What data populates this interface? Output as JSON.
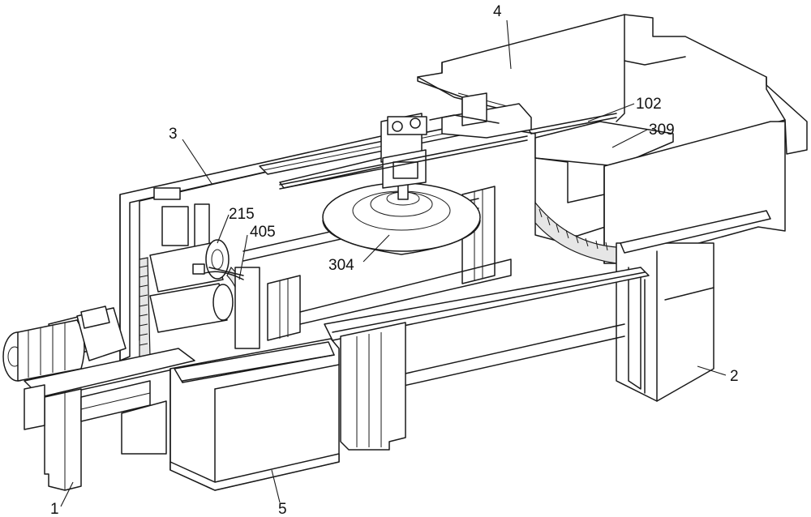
{
  "labels": [
    {
      "id": "part-1",
      "text": "1"
    },
    {
      "id": "part-2",
      "text": "2"
    },
    {
      "id": "part-3",
      "text": "3"
    },
    {
      "id": "part-4",
      "text": "4"
    },
    {
      "id": "part-5",
      "text": "5"
    },
    {
      "id": "part-102",
      "text": "102"
    },
    {
      "id": "part-215",
      "text": "215"
    },
    {
      "id": "part-304",
      "text": "304"
    },
    {
      "id": "part-309",
      "text": "309"
    },
    {
      "id": "part-405",
      "text": "405"
    }
  ]
}
